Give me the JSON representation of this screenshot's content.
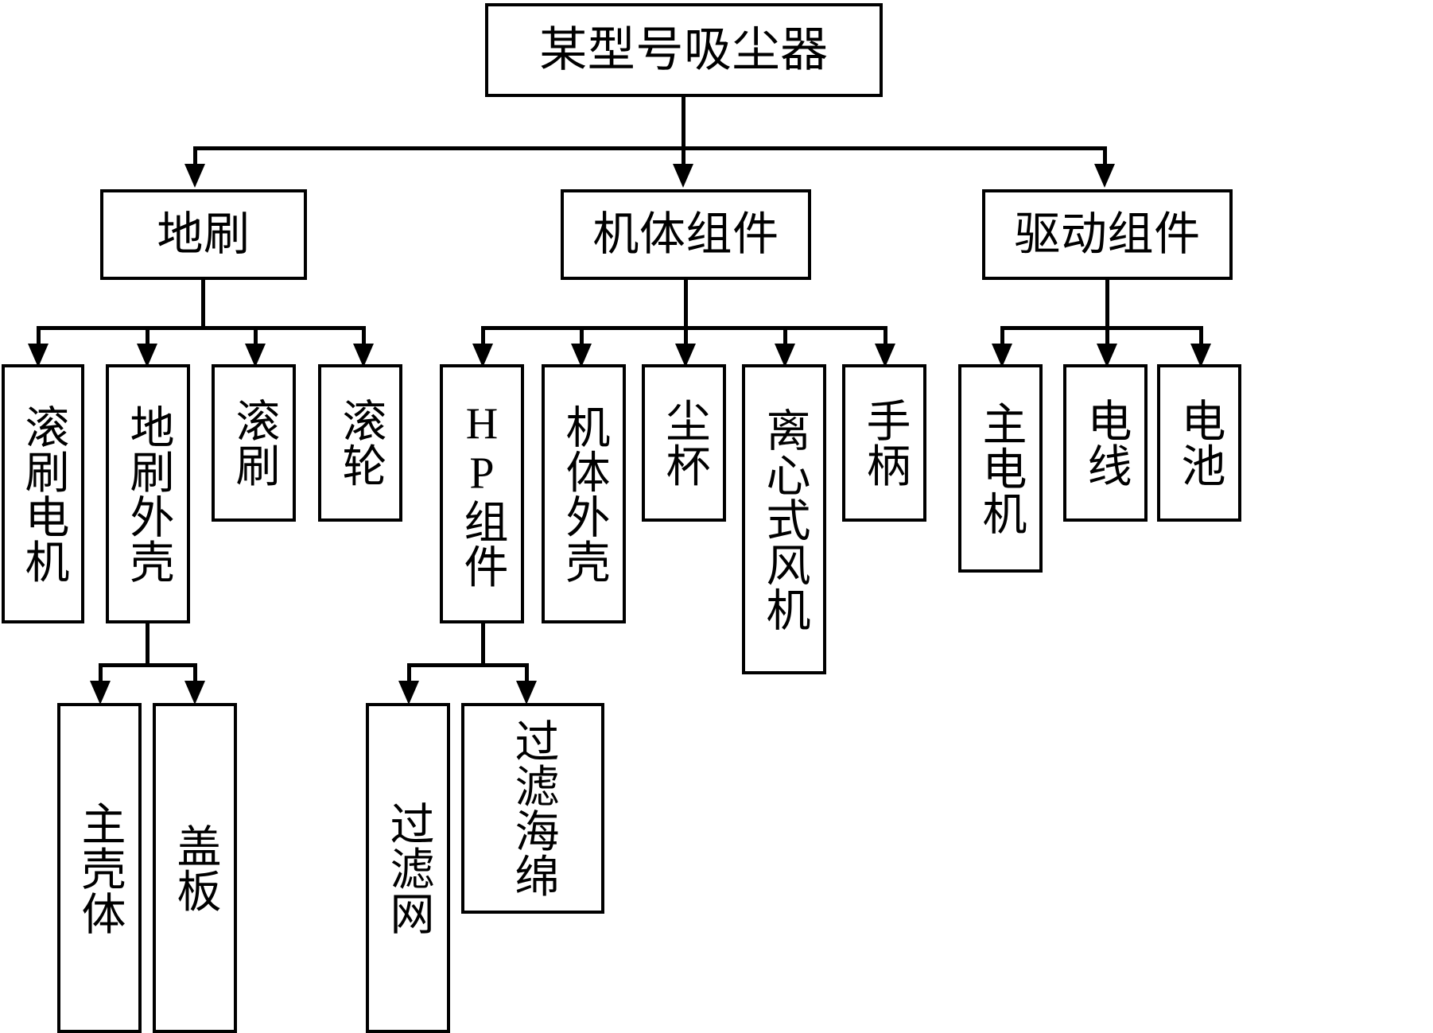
{
  "diagram": {
    "type": "hierarchical-tree",
    "title": "某型号吸尘器",
    "orientation": "top-down",
    "levels": 4,
    "colors": {
      "stroke": "#000000",
      "fill": "#ffffff",
      "text": "#000000"
    },
    "root": {
      "id": "root",
      "label": "某型号吸尘器"
    },
    "level2": [
      {
        "id": "n-dishua",
        "label": "地刷"
      },
      {
        "id": "n-jitizujian",
        "label": "机体组件"
      },
      {
        "id": "n-qudongzujian",
        "label": "驱动组件"
      }
    ],
    "level3": [
      {
        "id": "n-gunshuadianji",
        "label": "滚刷电机",
        "parent": "n-dishua"
      },
      {
        "id": "n-dishuawaike",
        "label": "地刷外壳",
        "parent": "n-dishua"
      },
      {
        "id": "n-gunshua",
        "label": "滚刷",
        "parent": "n-dishua"
      },
      {
        "id": "n-gunlun",
        "label": "滚轮",
        "parent": "n-dishua"
      },
      {
        "id": "n-hpzujian",
        "label": "HP组件",
        "parent": "n-jitizujian"
      },
      {
        "id": "n-jitiwaike",
        "label": "机体外壳",
        "parent": "n-jitizujian"
      },
      {
        "id": "n-chenbei",
        "label": "尘杯",
        "parent": "n-jitizujian"
      },
      {
        "id": "n-lixinshifengji",
        "label": "离心式风机",
        "parent": "n-jitizujian"
      },
      {
        "id": "n-shoubing",
        "label": "手柄",
        "parent": "n-jitizujian"
      },
      {
        "id": "n-zhudianji",
        "label": "主电机",
        "parent": "n-qudongzujian"
      },
      {
        "id": "n-dianxian",
        "label": "电线",
        "parent": "n-qudongzujian"
      },
      {
        "id": "n-dianchi",
        "label": "电池",
        "parent": "n-qudongzujian"
      }
    ],
    "level4": [
      {
        "id": "n-zhukeit",
        "label": "主壳体",
        "parent": "n-dishuawaike"
      },
      {
        "id": "n-gaiban",
        "label": "盖板",
        "parent": "n-dishuawaike"
      },
      {
        "id": "n-guoluwang",
        "label": "过滤网",
        "parent": "n-hpzujian"
      },
      {
        "id": "n-guoluhaimian",
        "label": "过滤海绵",
        "parent": "n-hpzujian"
      }
    ]
  }
}
